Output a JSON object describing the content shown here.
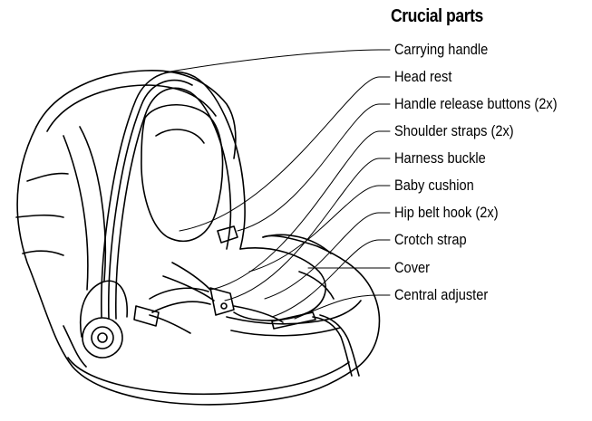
{
  "diagram": {
    "title": "Crucial parts",
    "labels": [
      "Carrying handle",
      "Head rest",
      "Handle release buttons (2x)",
      "Shoulder straps (2x)",
      "Harness buckle",
      "Baby cushion",
      "Hip belt hook (2x)",
      "Crotch strap",
      "Cover",
      "Central adjuster"
    ]
  },
  "colors": {
    "ink": "#000000",
    "background": "#ffffff"
  }
}
